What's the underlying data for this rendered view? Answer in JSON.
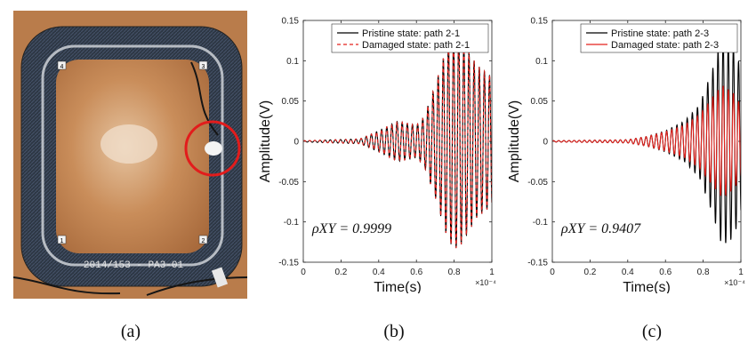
{
  "photo": {
    "pcb_label": "2014/153 - PA3-01",
    "sensor_labels": [
      "1",
      "2",
      "3",
      "4"
    ]
  },
  "captions": [
    "(a)",
    "(b)",
    "(c)"
  ],
  "chart_data": [
    {
      "type": "line",
      "xlabel": "Time(s)",
      "ylabel": "Amplitude(V)",
      "x_exponent": "×10⁻⁴",
      "xlim": [
        0,
        1
      ],
      "ylim": [
        -0.15,
        0.15
      ],
      "xticks": [
        "0",
        "0.2",
        "0.4",
        "0.6",
        "0.8",
        "1"
      ],
      "yticks": [
        "-0.15",
        "-0.1",
        "-0.05",
        "0",
        "0.05",
        "0.1",
        "0.15"
      ],
      "legend_position": "top-right",
      "annotation": "ρXY = 0.9999",
      "series": [
        {
          "name": "Pristine state: path 2-1",
          "color": "#000000",
          "dash": "solid",
          "envelope": [
            {
              "t": 0.0,
              "a": 0.0008
            },
            {
              "t": 0.3,
              "a": 0.003
            },
            {
              "t": 0.4,
              "a": 0.013
            },
            {
              "t": 0.5,
              "a": 0.025
            },
            {
              "t": 0.6,
              "a": 0.02
            },
            {
              "t": 0.64,
              "a": 0.03
            },
            {
              "t": 0.7,
              "a": 0.07
            },
            {
              "t": 0.77,
              "a": 0.125
            },
            {
              "t": 0.82,
              "a": 0.135
            },
            {
              "t": 0.87,
              "a": 0.115
            },
            {
              "t": 0.92,
              "a": 0.095
            },
            {
              "t": 1.0,
              "a": 0.08
            }
          ]
        },
        {
          "name": "Damaged state: path 2-1",
          "color": "#e4211c",
          "dash": "dashed",
          "envelope": [
            {
              "t": 0.0,
              "a": 0.0008
            },
            {
              "t": 0.3,
              "a": 0.003
            },
            {
              "t": 0.4,
              "a": 0.013
            },
            {
              "t": 0.5,
              "a": 0.025
            },
            {
              "t": 0.6,
              "a": 0.02
            },
            {
              "t": 0.64,
              "a": 0.03
            },
            {
              "t": 0.7,
              "a": 0.07
            },
            {
              "t": 0.77,
              "a": 0.125
            },
            {
              "t": 0.82,
              "a": 0.135
            },
            {
              "t": 0.87,
              "a": 0.115
            },
            {
              "t": 0.92,
              "a": 0.095
            },
            {
              "t": 1.0,
              "a": 0.08
            }
          ]
        }
      ]
    },
    {
      "type": "line",
      "xlabel": "Time(s)",
      "ylabel": "Amplitude(V)",
      "x_exponent": "×10⁻⁴",
      "xlim": [
        0,
        1
      ],
      "ylim": [
        -0.15,
        0.15
      ],
      "xticks": [
        "0",
        "0.2",
        "0.4",
        "0.6",
        "0.8",
        "1"
      ],
      "yticks": [
        "-0.15",
        "-0.1",
        "-0.05",
        "0",
        "0.05",
        "0.1",
        "0.15"
      ],
      "legend_position": "top-right",
      "annotation": "ρXY = 0.9407",
      "series": [
        {
          "name": "Pristine state: path 2-3",
          "color": "#000000",
          "dash": "solid",
          "envelope": [
            {
              "t": 0.0,
              "a": 0.0008
            },
            {
              "t": 0.4,
              "a": 0.002
            },
            {
              "t": 0.5,
              "a": 0.006
            },
            {
              "t": 0.6,
              "a": 0.013
            },
            {
              "t": 0.7,
              "a": 0.025
            },
            {
              "t": 0.78,
              "a": 0.045
            },
            {
              "t": 0.85,
              "a": 0.09
            },
            {
              "t": 0.9,
              "a": 0.13
            },
            {
              "t": 0.96,
              "a": 0.12
            },
            {
              "t": 1.0,
              "a": 0.09
            }
          ]
        },
        {
          "name": "Damaged state: path 2-3",
          "color": "#e4211c",
          "dash": "solid",
          "envelope": [
            {
              "t": 0.0,
              "a": 0.0008
            },
            {
              "t": 0.4,
              "a": 0.002
            },
            {
              "t": 0.5,
              "a": 0.006
            },
            {
              "t": 0.6,
              "a": 0.012
            },
            {
              "t": 0.7,
              "a": 0.02
            },
            {
              "t": 0.78,
              "a": 0.033
            },
            {
              "t": 0.85,
              "a": 0.055
            },
            {
              "t": 0.9,
              "a": 0.07
            },
            {
              "t": 0.96,
              "a": 0.06
            },
            {
              "t": 1.0,
              "a": 0.045
            }
          ]
        }
      ]
    }
  ]
}
